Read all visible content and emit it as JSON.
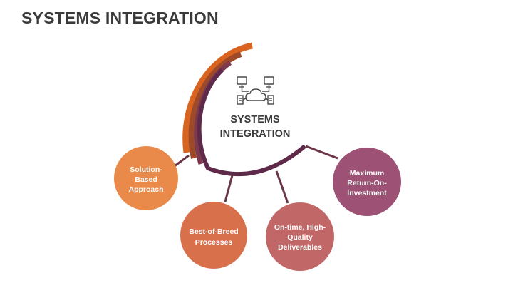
{
  "title": "SYSTEMS INTEGRATION",
  "hub": {
    "icon": "network-cloud-icon",
    "lines": [
      "SYSTEMS",
      "INTEGRATION"
    ]
  },
  "nodes": [
    {
      "lines": [
        "Solution-",
        "Based",
        "Approach"
      ],
      "color": "#ea8a4a"
    },
    {
      "lines": [
        "Best-of-Breed",
        "Processes"
      ],
      "color": "#d8704c"
    },
    {
      "lines": [
        "On-time, High-",
        "Quality",
        "Deliverables"
      ],
      "color": "#c26767"
    },
    {
      "lines": [
        "Maximum",
        "Return-On-",
        "Investment"
      ],
      "color": "#9c5175"
    }
  ],
  "colors": {
    "arc_orange": "#d9641f",
    "arc_brown": "#9e4a28",
    "arc_maroon": "#7d3a4e",
    "arc_plum": "#5f2a4a",
    "connector": "#6b3547"
  }
}
